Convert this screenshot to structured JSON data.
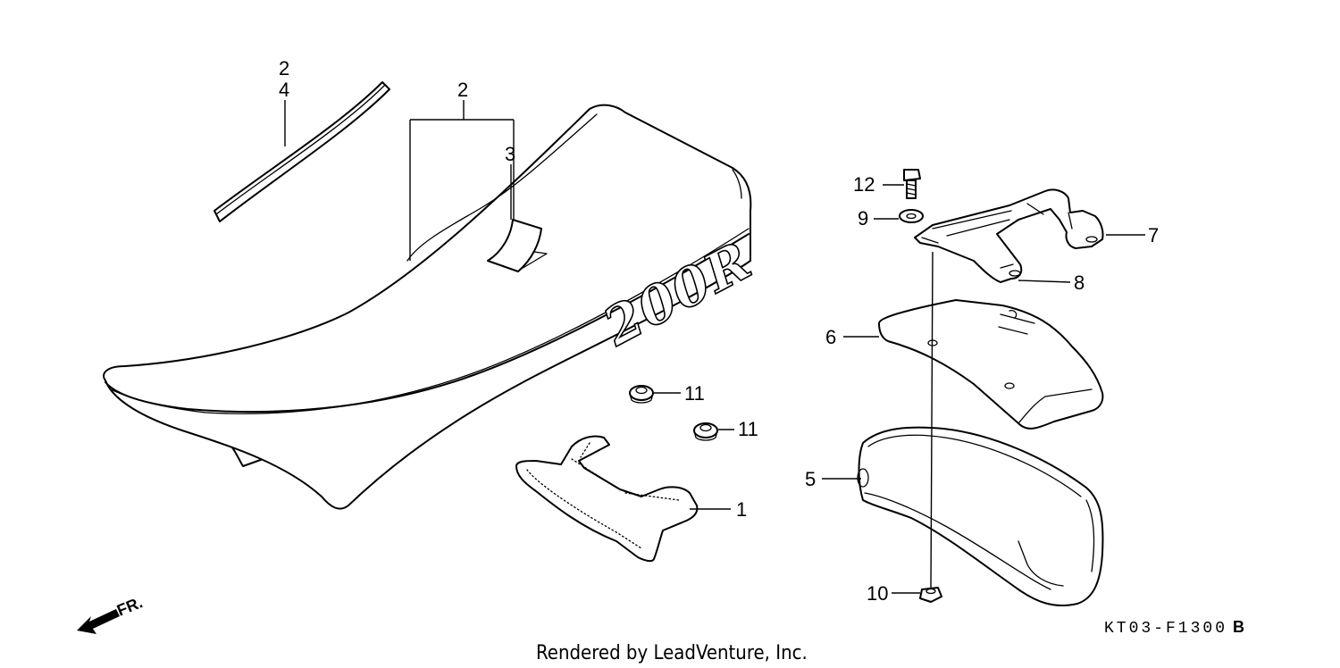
{
  "diagram": {
    "callouts": [
      {
        "id": "c2a",
        "text": "2"
      },
      {
        "id": "c4",
        "text": "4"
      },
      {
        "id": "c2b",
        "text": "2"
      },
      {
        "id": "c3",
        "text": "3"
      },
      {
        "id": "c12",
        "text": "12"
      },
      {
        "id": "c9",
        "text": "9"
      },
      {
        "id": "c7",
        "text": "7"
      },
      {
        "id": "c8",
        "text": "8"
      },
      {
        "id": "c6",
        "text": "6"
      },
      {
        "id": "c11a",
        "text": "11"
      },
      {
        "id": "c11b",
        "text": "11"
      },
      {
        "id": "c5",
        "text": "5"
      },
      {
        "id": "c1",
        "text": "1"
      },
      {
        "id": "c10",
        "text": "10"
      }
    ],
    "seat_logo": "200R",
    "front_arrow_label": "FR.",
    "part_code": "KT03-F1300",
    "part_code_suffix": "B",
    "footer": "Rendered by LeadVenture, Inc."
  }
}
